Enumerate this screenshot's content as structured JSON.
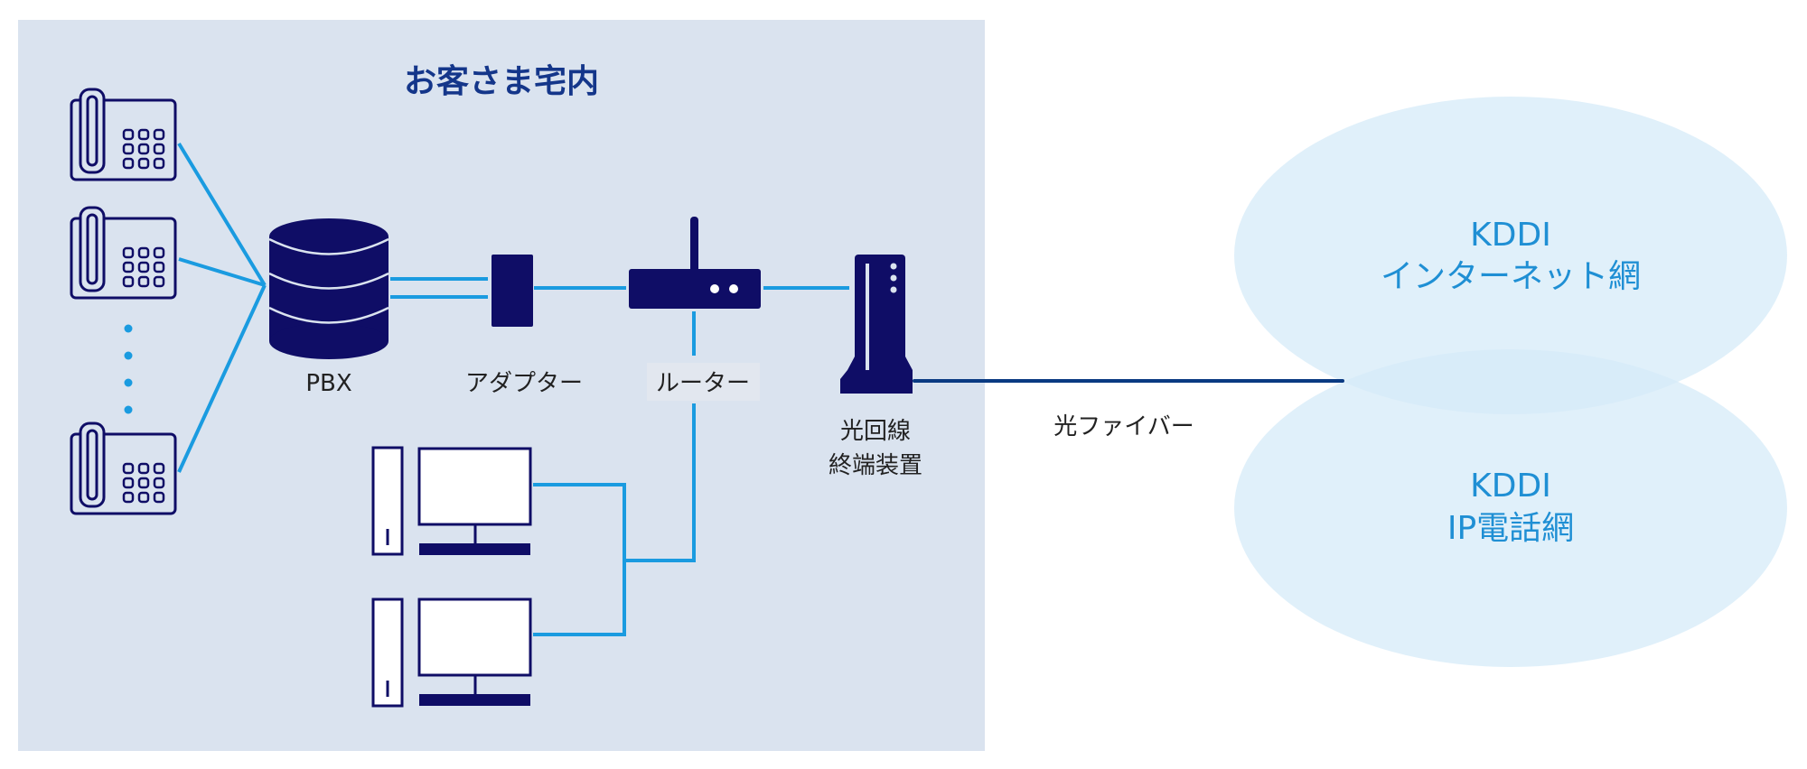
{
  "premises": {
    "title": "お客さま宅内"
  },
  "devices": {
    "pbx": "PBX",
    "adapter": "アダプター",
    "router": "ルーター",
    "onu_line1": "光回線",
    "onu_line2": "終端装置"
  },
  "link": {
    "fiber": "光ファイバー"
  },
  "networks": {
    "internet": {
      "line1": "KDDI",
      "line2": "インターネット網"
    },
    "ip_phone": {
      "line1": "KDDI",
      "line2": "IP電話網"
    }
  },
  "colors": {
    "panel": "#dae3ef",
    "navy": "#0f0d66",
    "cable": "#1a9be0",
    "fiber": "#0a3a82",
    "network": "#d6ebf8",
    "network_text": "#1f8fd4"
  }
}
